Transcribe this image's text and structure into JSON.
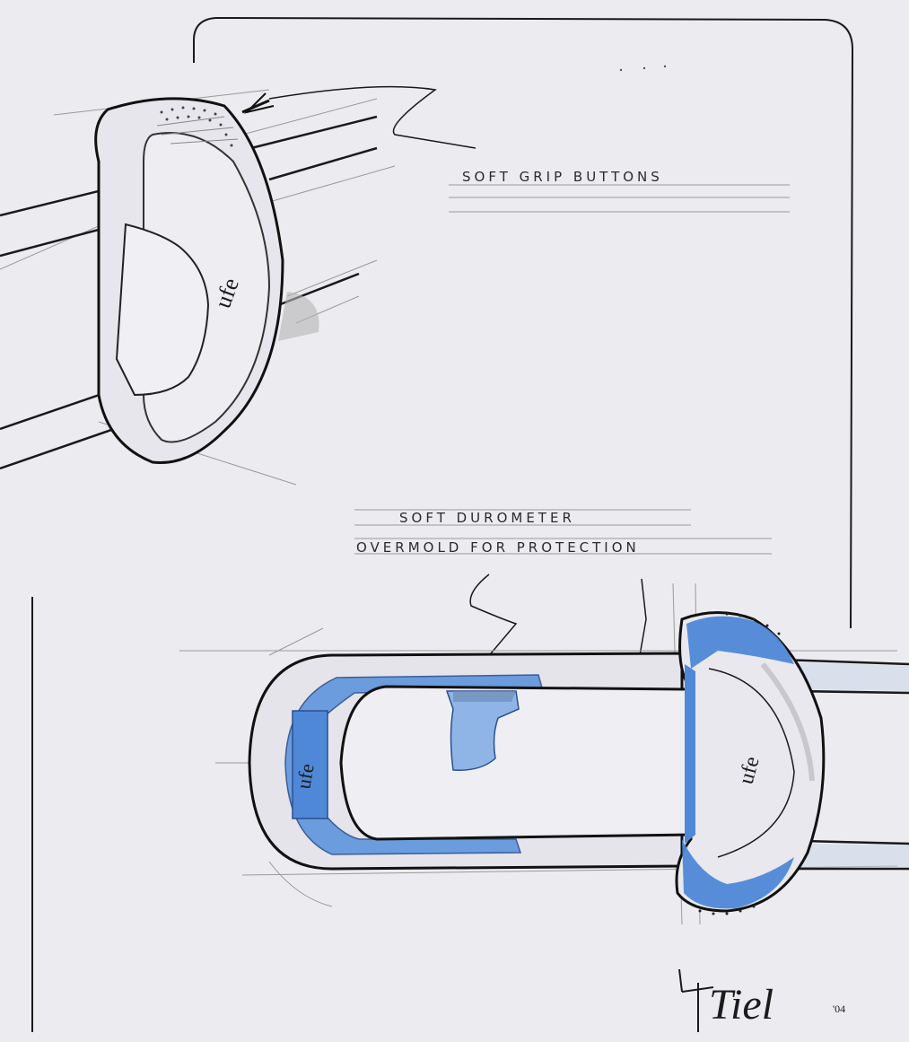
{
  "callouts": {
    "top": "SOFT GRIP BUTTONS",
    "bottom_line1": "SOFT DUROMETER",
    "bottom_line2": "OVERMOLD FOR PROTECTION"
  },
  "logo_marks": [
    "ufe",
    "ufe",
    "ufe"
  ],
  "signature": {
    "name": "Tiel",
    "year": "'04"
  },
  "colors": {
    "paper": "#ecebef",
    "ink": "#1a1a1a",
    "pencil": "#9a9a9a",
    "overmold_blue": "#4f88d6",
    "overmold_blue_light": "#8fb5e6"
  }
}
